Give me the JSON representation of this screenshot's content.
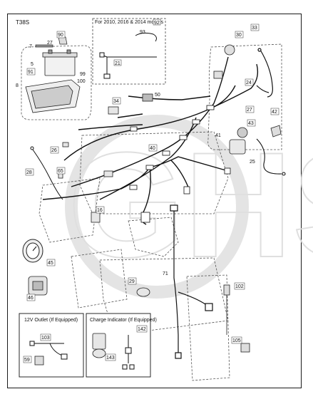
{
  "diagram": {
    "model_code": "T38S",
    "top_note": "For 2010, 2016 & 2014 models",
    "watermark": "GHS",
    "inset_12v_title": "12V Outlet (If Equipped)",
    "inset_charge_title": "Charge Indicator (If Equipped)",
    "labels": [
      "92",
      "93",
      "30",
      "33",
      "90",
      "7",
      "27",
      "21",
      "5",
      "91",
      "100",
      "99",
      "8",
      "24",
      "34",
      "50",
      "27",
      "42",
      "43",
      "41",
      "40",
      "26",
      "25",
      "28",
      "65",
      "16",
      "45",
      "29",
      "71",
      "102",
      "46",
      "103",
      "142",
      "105",
      "59",
      "143"
    ]
  }
}
